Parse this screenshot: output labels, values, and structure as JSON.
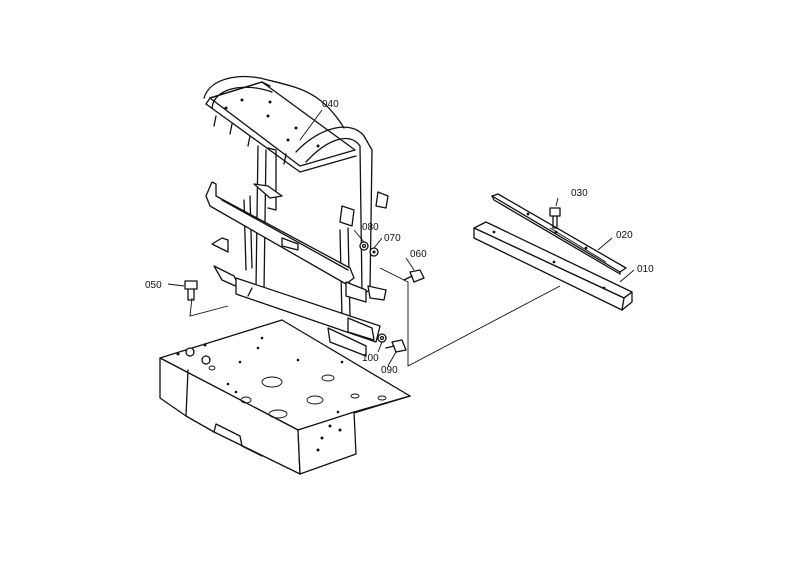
{
  "callouts": [
    {
      "key": "c040",
      "text": "040"
    },
    {
      "key": "c030",
      "text": "030"
    },
    {
      "key": "c020",
      "text": "020"
    },
    {
      "key": "c010",
      "text": "010"
    },
    {
      "key": "c080",
      "text": "080"
    },
    {
      "key": "c070",
      "text": "070"
    },
    {
      "key": "c060",
      "text": "060"
    },
    {
      "key": "c050",
      "text": "050"
    },
    {
      "key": "c100",
      "text": "100"
    },
    {
      "key": "c090",
      "text": "090"
    }
  ],
  "colors": {
    "ink": "#111111",
    "paper": "#ffffff"
  }
}
